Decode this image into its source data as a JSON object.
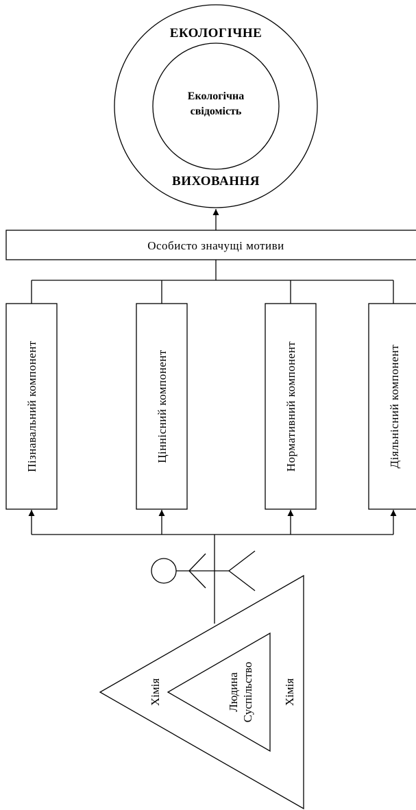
{
  "outer_circle": {
    "top_text": "ЕКОЛОГІЧНЕ",
    "bottom_text": "ВИХОВАННЯ"
  },
  "inner_circle": {
    "line1": "Екологічна",
    "line2": "свідомість"
  },
  "motives_box": "Особисто значущі мотиви",
  "components": [
    "Пізнавальний компонент",
    "Ціннісний компонент",
    "Нормативний компонент",
    "Діяльнісний компонент"
  ],
  "triangle": {
    "left_label": "Хімія",
    "right_label": "Хімія",
    "inner_line1": "Людина",
    "inner_line2": "Суспільство"
  }
}
